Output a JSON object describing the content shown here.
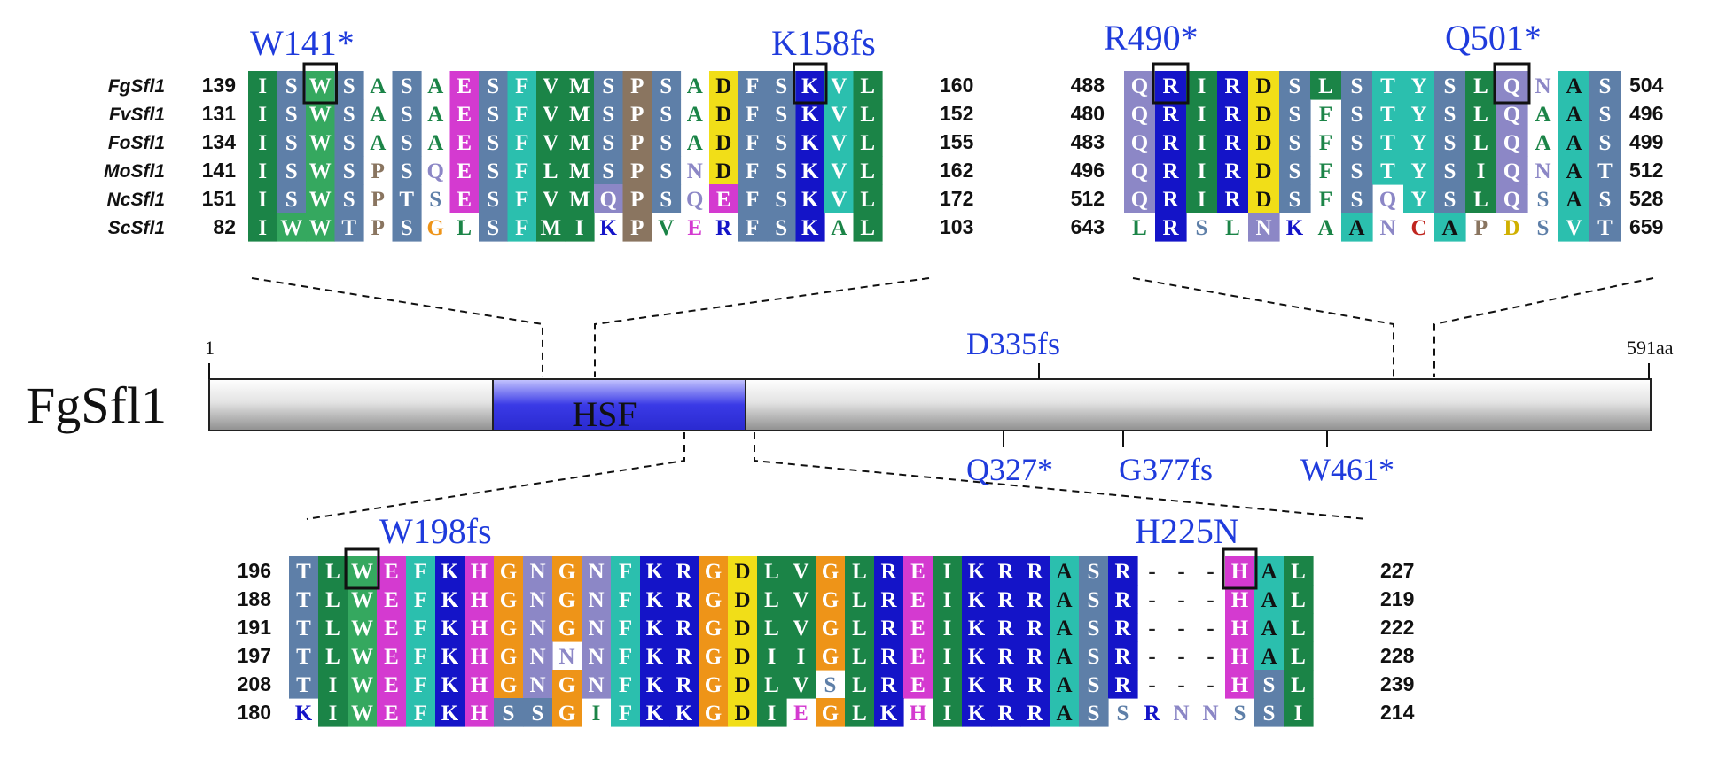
{
  "protein": {
    "name": "FgSfl1",
    "start_label": "1",
    "end_label": "591aa",
    "domain_label": "HSF"
  },
  "mutations_on_bar": {
    "above": [
      "D335fs"
    ],
    "below": [
      "Q327*",
      "G377fs",
      "W461*"
    ]
  },
  "colors": {
    "dkgreen": "#1b8447",
    "ltgreen": "#35a85f",
    "slate": "#5e7fa8",
    "teal": "#2bbfae",
    "magenta": "#d43ad0",
    "blue": "#1414c8",
    "lavender": "#8c87c6",
    "orange": "#ee9418",
    "yellow": "#f1de18",
    "brown": "#8a7560",
    "accent_text": "#1f3bdc"
  },
  "blocks": [
    {
      "id": "top-left",
      "species": [
        "FgSfl1",
        "FvSfl1",
        "FoSfl1",
        "MoSfl1",
        "NcSfl1",
        "ScSfl1"
      ],
      "mutation_labels": [
        "W141*",
        "K158fs"
      ],
      "rows": [
        {
          "start": "139",
          "end": "160",
          "seq": "ISWSASAESFVMSPSADFSKVL",
          "bg": [
            "dkgreen",
            "slate",
            "ltgreen",
            "slate",
            "w",
            "slate",
            "w",
            "magenta",
            "slate",
            "teal",
            "dkgreen",
            "dkgreen",
            "slate",
            "brown",
            "slate",
            "w",
            "yellow",
            "slate",
            "slate",
            "blue",
            "teal",
            "dkgreen"
          ]
        },
        {
          "start": "131",
          "end": "152",
          "seq": "ISWSASAESFVMSPSADFSKVL",
          "bg": [
            "dkgreen",
            "slate",
            "ltgreen",
            "slate",
            "w",
            "slate",
            "w",
            "magenta",
            "slate",
            "teal",
            "dkgreen",
            "dkgreen",
            "slate",
            "brown",
            "slate",
            "w",
            "yellow",
            "slate",
            "slate",
            "blue",
            "teal",
            "dkgreen"
          ]
        },
        {
          "start": "134",
          "end": "155",
          "seq": "ISWSASAESFVMSPSADFSKVL",
          "bg": [
            "dkgreen",
            "slate",
            "ltgreen",
            "slate",
            "w",
            "slate",
            "w",
            "magenta",
            "slate",
            "teal",
            "dkgreen",
            "dkgreen",
            "slate",
            "brown",
            "slate",
            "w",
            "yellow",
            "slate",
            "slate",
            "blue",
            "teal",
            "dkgreen"
          ]
        },
        {
          "start": "141",
          "end": "162",
          "seq": "ISWSPSQESFLMSPSNDFSKVL",
          "bg": [
            "dkgreen",
            "slate",
            "ltgreen",
            "slate",
            "w",
            "slate",
            "w",
            "magenta",
            "slate",
            "teal",
            "dkgreen",
            "dkgreen",
            "slate",
            "brown",
            "slate",
            "w",
            "yellow",
            "slate",
            "slate",
            "blue",
            "teal",
            "dkgreen"
          ]
        },
        {
          "start": "151",
          "end": "172",
          "seq": "ISWSPTSESFVMQPSQEFSKVL",
          "bg": [
            "dkgreen",
            "slate",
            "ltgreen",
            "slate",
            "w",
            "slate",
            "w",
            "magenta",
            "slate",
            "teal",
            "dkgreen",
            "dkgreen",
            "lavender",
            "brown",
            "slate",
            "w",
            "magenta",
            "slate",
            "slate",
            "blue",
            "teal",
            "dkgreen"
          ]
        },
        {
          "start": "82",
          "end": "103",
          "seq": "IWWTPSGLSFMIKPVERFSKAL",
          "bg": [
            "dkgreen",
            "ltgreen",
            "ltgreen",
            "slate",
            "w",
            "slate",
            "w",
            "w",
            "slate",
            "teal",
            "dkgreen",
            "dkgreen",
            "w",
            "brown",
            "w",
            "w",
            "w",
            "slate",
            "slate",
            "blue",
            "w",
            "dkgreen"
          ]
        }
      ]
    },
    {
      "id": "top-right",
      "mutation_labels": [
        "R490*",
        "Q501*"
      ],
      "rows": [
        {
          "start": "488",
          "end": "504",
          "seq": "QRIRDSLSTYSLQNAS",
          "bg": [
            "lavender",
            "blue",
            "dkgreen",
            "blue",
            "yellow",
            "slate",
            "dkgreen",
            "slate",
            "teal",
            "teal",
            "slate",
            "dkgreen",
            "lavender",
            "w",
            "teal",
            "slate"
          ]
        },
        {
          "start": "480",
          "end": "496",
          "seq": "QRIRDSFSTYSLQAAS",
          "bg": [
            "lavender",
            "blue",
            "dkgreen",
            "blue",
            "yellow",
            "slate",
            "w",
            "slate",
            "teal",
            "teal",
            "slate",
            "dkgreen",
            "lavender",
            "w",
            "teal",
            "slate"
          ]
        },
        {
          "start": "483",
          "end": "499",
          "seq": "QRIRDSFSTYSLQAAS",
          "bg": [
            "lavender",
            "blue",
            "dkgreen",
            "blue",
            "yellow",
            "slate",
            "w",
            "slate",
            "teal",
            "teal",
            "slate",
            "dkgreen",
            "lavender",
            "w",
            "teal",
            "slate"
          ]
        },
        {
          "start": "496",
          "end": "512",
          "seq": "QRIRDSFSTYSIQNAT",
          "bg": [
            "lavender",
            "blue",
            "dkgreen",
            "blue",
            "yellow",
            "slate",
            "w",
            "slate",
            "teal",
            "teal",
            "slate",
            "dkgreen",
            "lavender",
            "w",
            "teal",
            "slate"
          ]
        },
        {
          "start": "512",
          "end": "528",
          "seq": "QRIRDSFSQYSLQSAS",
          "bg": [
            "lavender",
            "blue",
            "dkgreen",
            "blue",
            "yellow",
            "slate",
            "w",
            "slate",
            "w",
            "teal",
            "slate",
            "dkgreen",
            "lavender",
            "w",
            "teal",
            "slate"
          ]
        },
        {
          "start": "643",
          "end": "659",
          "seq": "LRSLNKAANCAPDSVT",
          "bg": [
            "w",
            "blue",
            "w",
            "w",
            "lavender",
            "w",
            "w",
            "teal",
            "w",
            "w",
            "teal",
            "w",
            "w",
            "w",
            "teal",
            "slate"
          ]
        }
      ]
    },
    {
      "id": "bottom",
      "mutation_labels": [
        "W198fs",
        "H225N"
      ],
      "rows": [
        {
          "start": "196",
          "end": "227",
          "seq": "TLWEFKHGNGNFKRGDLVGLREIKRRASR---HAL",
          "bg": [
            "slate",
            "dkgreen",
            "ltgreen",
            "magenta",
            "teal",
            "blue",
            "magenta",
            "orange",
            "lavender",
            "orange",
            "lavender",
            "teal",
            "blue",
            "blue",
            "orange",
            "yellow",
            "dkgreen",
            "dkgreen",
            "orange",
            "dkgreen",
            "blue",
            "magenta",
            "dkgreen",
            "blue",
            "blue",
            "blue",
            "teal",
            "slate",
            "blue",
            "w",
            "w",
            "w",
            "magenta",
            "teal",
            "dkgreen"
          ]
        },
        {
          "start": "188",
          "end": "219",
          "seq": "TLWEFKHGNGNFKRGDLVGLREIKRRASR---HAL",
          "bg": [
            "slate",
            "dkgreen",
            "ltgreen",
            "magenta",
            "teal",
            "blue",
            "magenta",
            "orange",
            "lavender",
            "orange",
            "lavender",
            "teal",
            "blue",
            "blue",
            "orange",
            "yellow",
            "dkgreen",
            "dkgreen",
            "orange",
            "dkgreen",
            "blue",
            "magenta",
            "dkgreen",
            "blue",
            "blue",
            "blue",
            "teal",
            "slate",
            "blue",
            "w",
            "w",
            "w",
            "magenta",
            "teal",
            "dkgreen"
          ]
        },
        {
          "start": "191",
          "end": "222",
          "seq": "TLWEFKHGNGNFKRGDLVGLREIKRRASR---HAL",
          "bg": [
            "slate",
            "dkgreen",
            "ltgreen",
            "magenta",
            "teal",
            "blue",
            "magenta",
            "orange",
            "lavender",
            "orange",
            "lavender",
            "teal",
            "blue",
            "blue",
            "orange",
            "yellow",
            "dkgreen",
            "dkgreen",
            "orange",
            "dkgreen",
            "blue",
            "magenta",
            "dkgreen",
            "blue",
            "blue",
            "blue",
            "teal",
            "slate",
            "blue",
            "w",
            "w",
            "w",
            "magenta",
            "teal",
            "dkgreen"
          ]
        },
        {
          "start": "197",
          "end": "228",
          "seq": "TLWEFKHGNNNFKRGDIIGLREIKRRASR---HAL",
          "bg": [
            "slate",
            "dkgreen",
            "ltgreen",
            "magenta",
            "teal",
            "blue",
            "magenta",
            "orange",
            "lavender",
            "w",
            "lavender",
            "teal",
            "blue",
            "blue",
            "orange",
            "yellow",
            "dkgreen",
            "dkgreen",
            "orange",
            "dkgreen",
            "blue",
            "magenta",
            "dkgreen",
            "blue",
            "blue",
            "blue",
            "teal",
            "slate",
            "blue",
            "w",
            "w",
            "w",
            "magenta",
            "teal",
            "dkgreen"
          ]
        },
        {
          "start": "208",
          "end": "239",
          "seq": "TIWEFKHGNGNFKRGDLVSLREIKRRASR---HSL",
          "bg": [
            "slate",
            "dkgreen",
            "ltgreen",
            "magenta",
            "teal",
            "blue",
            "magenta",
            "orange",
            "lavender",
            "orange",
            "lavender",
            "teal",
            "blue",
            "blue",
            "orange",
            "yellow",
            "dkgreen",
            "dkgreen",
            "w",
            "dkgreen",
            "blue",
            "magenta",
            "dkgreen",
            "blue",
            "blue",
            "blue",
            "teal",
            "slate",
            "blue",
            "w",
            "w",
            "w",
            "magenta",
            "slate",
            "dkgreen"
          ]
        },
        {
          "start": "180",
          "end": "214",
          "seq": "KIWEFKHSSGIFKKGDIEGLKHIKRRASSRNNSSI",
          "bg": [
            "w",
            "dkgreen",
            "ltgreen",
            "magenta",
            "teal",
            "blue",
            "magenta",
            "slate",
            "slate",
            "orange",
            "w",
            "teal",
            "blue",
            "blue",
            "orange",
            "yellow",
            "dkgreen",
            "w",
            "orange",
            "dkgreen",
            "blue",
            "w",
            "dkgreen",
            "blue",
            "blue",
            "blue",
            "teal",
            "slate",
            "w",
            "w",
            "w",
            "w",
            "w",
            "slate",
            "dkgreen"
          ]
        }
      ]
    }
  ]
}
